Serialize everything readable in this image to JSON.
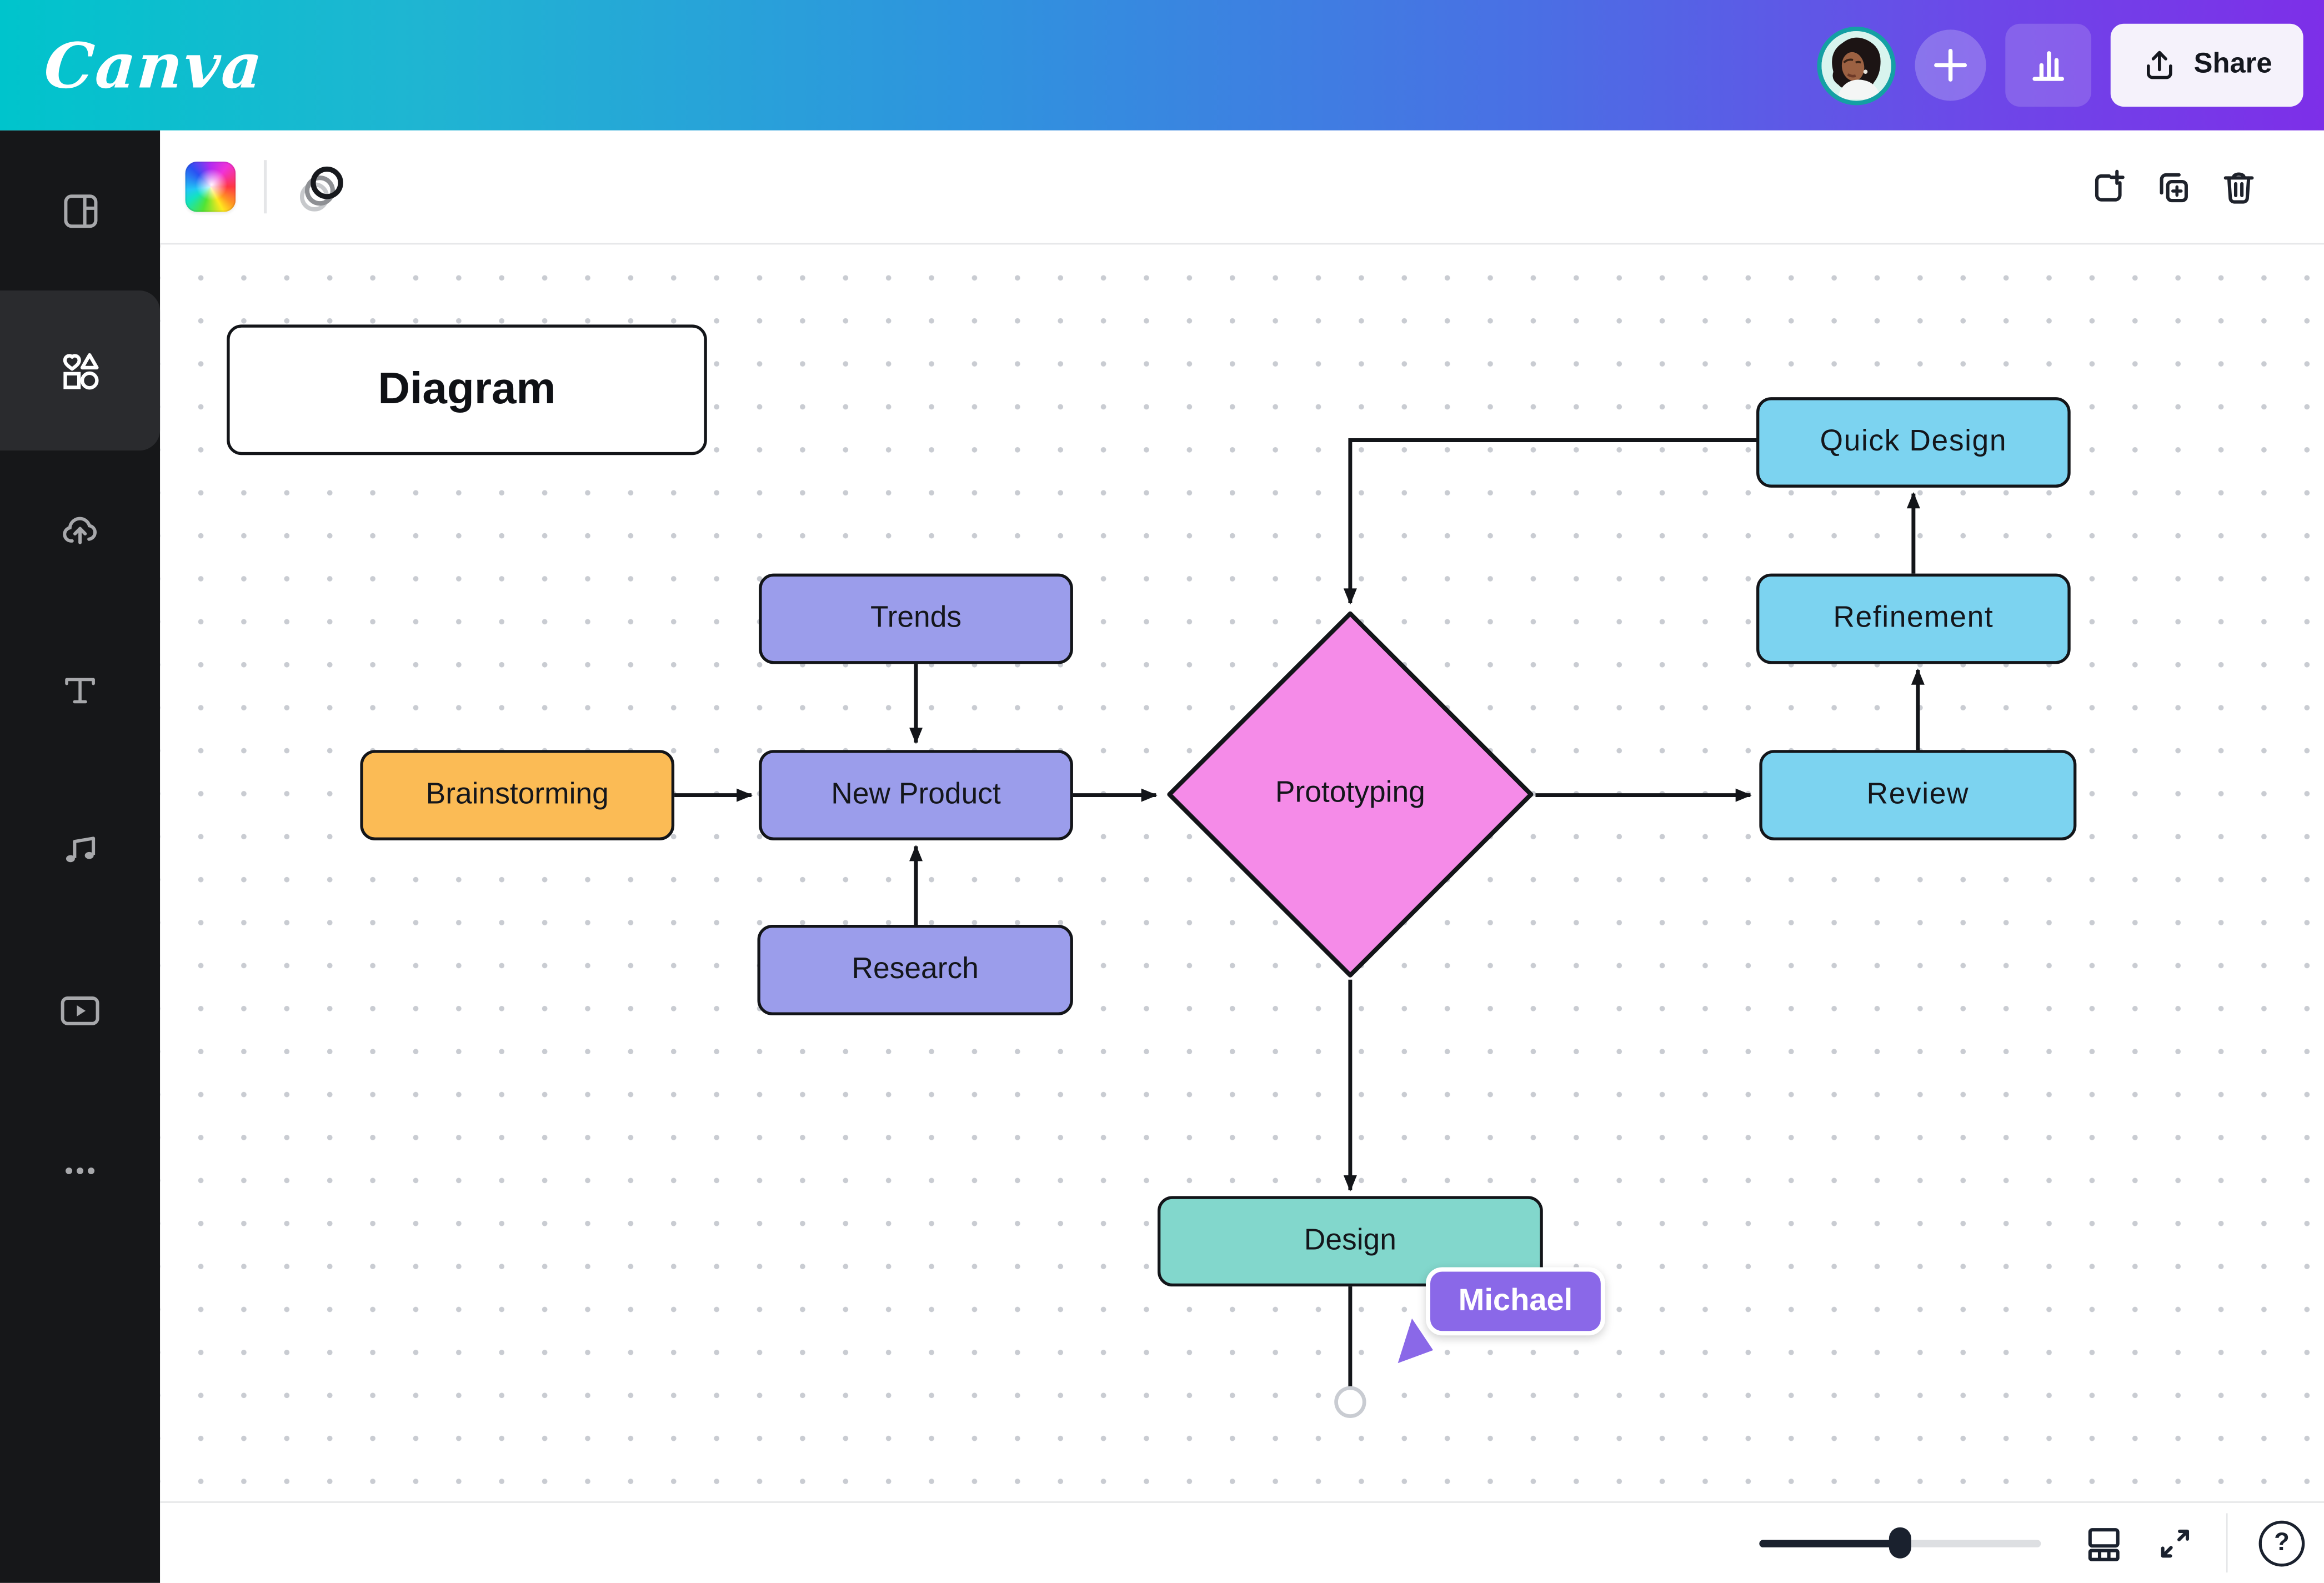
{
  "app": {
    "name": "Canva"
  },
  "header": {
    "logo_text": "Canva",
    "gradient": [
      "#00C4CC",
      "#2F93DE",
      "#7D2FE8"
    ],
    "share_button": {
      "label": "Share"
    },
    "avatar": {
      "ring_color": "#14A0A4"
    }
  },
  "sidebar": {
    "background": "#161719",
    "items": [
      {
        "name": "design-templates",
        "icon": "layout-template-icon",
        "active": false
      },
      {
        "name": "elements",
        "icon": "shapes-icon",
        "active": true
      },
      {
        "name": "uploads",
        "icon": "cloud-upload-icon",
        "active": false
      },
      {
        "name": "text",
        "icon": "letter-t-icon",
        "active": false
      },
      {
        "name": "audio",
        "icon": "music-notes-icon",
        "active": false
      },
      {
        "name": "videos",
        "icon": "play-video-icon",
        "active": false
      },
      {
        "name": "more",
        "icon": "three-dots-icon",
        "active": false
      }
    ]
  },
  "canvas_toolbar": {
    "tools": [
      {
        "name": "color-picker",
        "icon": "rainbow-swatch-icon"
      },
      {
        "name": "animate",
        "icon": "motion-circles-icon"
      }
    ],
    "page_actions": [
      {
        "name": "add-page",
        "icon": "add-page-icon"
      },
      {
        "name": "duplicate-page",
        "icon": "duplicate-page-icon"
      },
      {
        "name": "delete-page",
        "icon": "trash-icon"
      }
    ]
  },
  "diagram": {
    "title": "Diagram",
    "node_border_color": "#131519",
    "nodes": {
      "brainstorming": {
        "label": "Brainstorming",
        "shape": "rectangle",
        "color": "#FBBB55"
      },
      "trends": {
        "label": "Trends",
        "shape": "rectangle",
        "color": "#9B9DEB"
      },
      "new_product": {
        "label": "New Product",
        "shape": "rectangle",
        "color": "#9B9DEB"
      },
      "research": {
        "label": "Research",
        "shape": "rectangle",
        "color": "#9B9DEB"
      },
      "prototyping": {
        "label": "Prototyping",
        "shape": "diamond",
        "color": "#F58BE8"
      },
      "quick_design": {
        "label": "Quick Design",
        "shape": "rectangle",
        "color": "#7CD3F0"
      },
      "refinement": {
        "label": "Refinement",
        "shape": "rectangle",
        "color": "#7CD3F0"
      },
      "review": {
        "label": "Review",
        "shape": "rectangle",
        "color": "#7CD3F0"
      },
      "design": {
        "label": "Design",
        "shape": "rectangle",
        "color": "#82D7CC"
      }
    },
    "edges": [
      {
        "from": "brainstorming",
        "to": "new_product"
      },
      {
        "from": "trends",
        "to": "new_product"
      },
      {
        "from": "research",
        "to": "new_product"
      },
      {
        "from": "new_product",
        "to": "prototyping"
      },
      {
        "from": "prototyping",
        "to": "review"
      },
      {
        "from": "review",
        "to": "refinement"
      },
      {
        "from": "refinement",
        "to": "quick_design"
      },
      {
        "from": "quick_design",
        "to": "prototyping"
      },
      {
        "from": "prototyping",
        "to": "design"
      },
      {
        "from": "design",
        "to": null
      }
    ],
    "collaborator": {
      "name": "Michael",
      "color": "#8A68E8"
    }
  },
  "statusbar": {
    "zoom_slider": {
      "position_fraction": 0.5
    },
    "help_label": "?"
  },
  "canvas": {
    "background": "#FFFFFF",
    "dot_color": "#C9CCD2"
  }
}
